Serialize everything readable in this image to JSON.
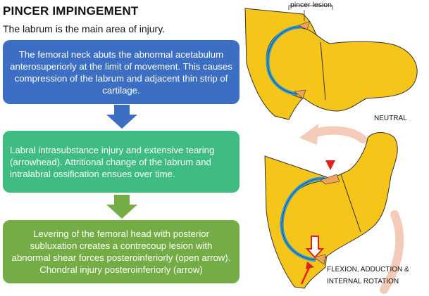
{
  "header": {
    "title": "PINCER IMPINGEMENT",
    "subtitle": "The labrum is the main area of injury."
  },
  "steps": [
    {
      "text": "The femoral neck abuts the abnormal acetabulum anterosuperiorly at the limit of movement. This causes compression of the labrum and adjacent thin strip of cartilage.",
      "color": "#3c6fc4"
    },
    {
      "text": "Labral intrasubstance injury and extensive tearing (arrowhead). Attritional change of the labrum and intralabral ossification ensues over time.",
      "color": "#3fbc82"
    },
    {
      "text": "Levering of the femoral head with posterior subluxation creates a contrecoup lesion with abnormal shear forces posteroinferiorly (open arrow). Chondral injury posteroinferiorly (arrow)",
      "color": "#74ad45"
    }
  ],
  "arrow_colors": [
    "#3c6fc4",
    "#74ad45"
  ],
  "figure": {
    "pincer_label": "pincer lesion",
    "neutral_label": "NEUTRAL",
    "flexion_label_line1": "FLEXION, ADDUCTION &",
    "flexion_label_line2": "INTERNAL ROTATION",
    "bone_color": "#f5c519",
    "cartilage_color": "#2f9bd6",
    "lesion_color": "#f0a15a",
    "arrow_red": "#e0201b",
    "rotation_arrow_color": "#f3cbb8"
  }
}
